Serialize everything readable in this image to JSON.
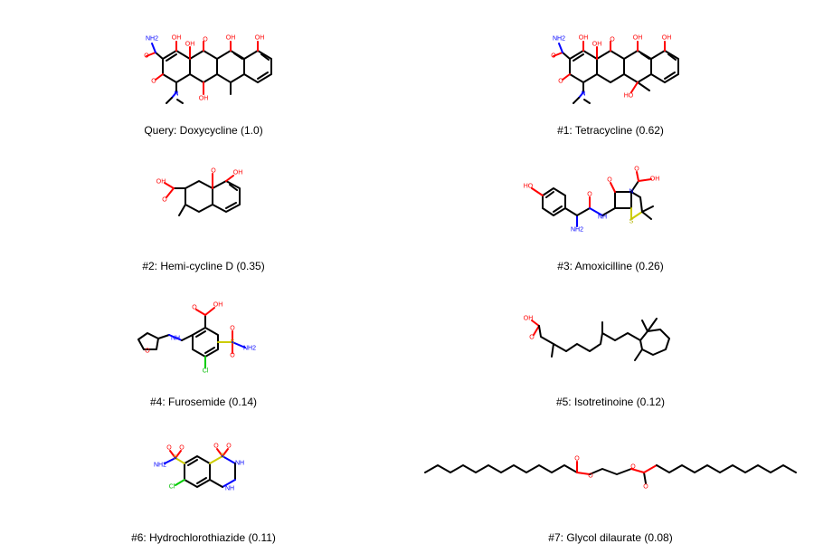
{
  "results": [
    {
      "caption": "Query: Doxycycline (1.0)"
    },
    {
      "caption": "#1: Tetracycline (0.62)"
    },
    {
      "caption": "#2: Hemi-cycline D (0.35)"
    },
    {
      "caption": "#3: Amoxicilline (0.26)"
    },
    {
      "caption": "#4: Furosemide (0.14)"
    },
    {
      "caption": "#5: Isotretinoine (0.12)"
    },
    {
      "caption": "#6: Hydrochlorothiazide (0.11)"
    },
    {
      "caption": "#7: Glycol dilaurate (0.08)"
    }
  ],
  "atom_labels": {
    "hydroxyl": "OH",
    "ho": "HO",
    "oxygen": "O",
    "amide": "NH2",
    "amide_h": "NH",
    "nitrogen": "N",
    "sulfur": "S",
    "chlorine": "Cl"
  },
  "colors": {
    "carbon": "#000000",
    "oxygen": "#ff0000",
    "nitrogen": "#0000ff",
    "sulfur": "#cccc00",
    "chlorine": "#00cc00"
  }
}
